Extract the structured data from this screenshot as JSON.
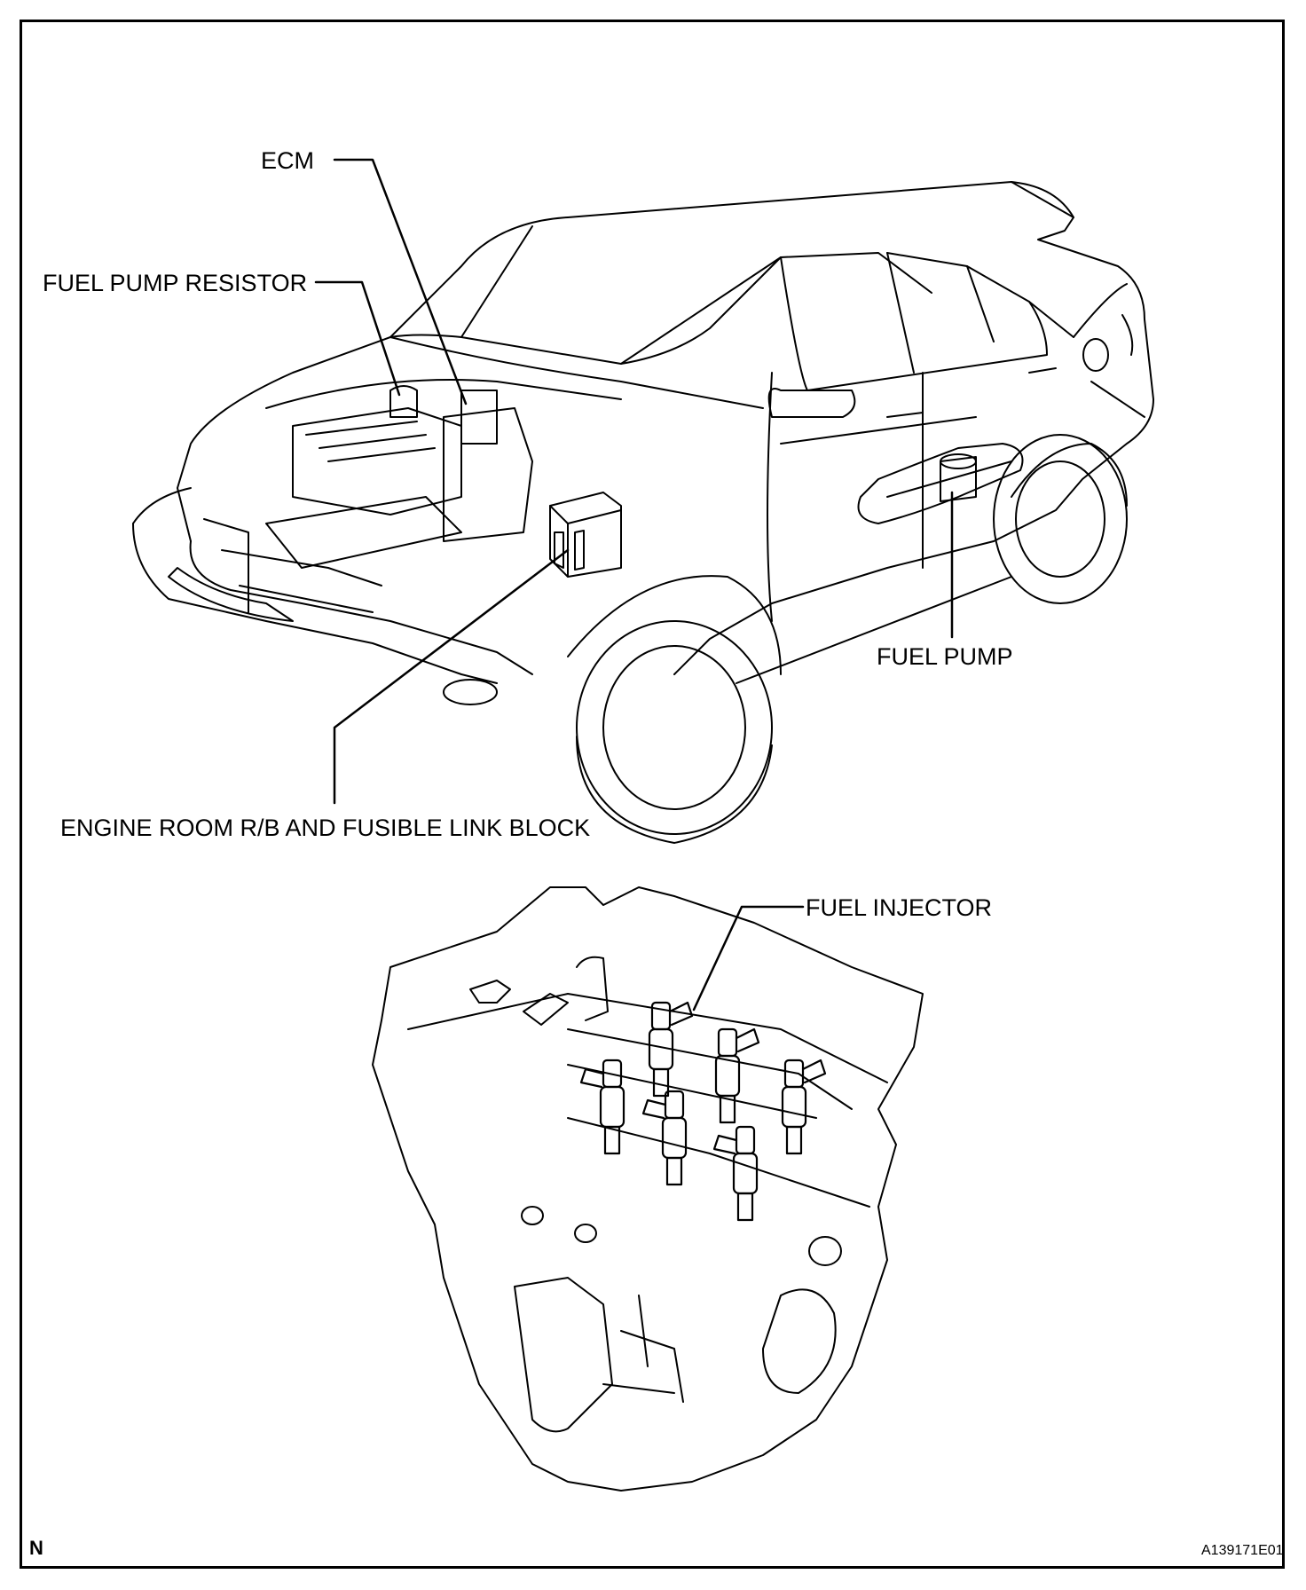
{
  "labels": {
    "ecm": "ECM",
    "fuel_pump_resistor": "FUEL PUMP RESISTOR",
    "fuel_pump": "FUEL PUMP",
    "engine_room_rb": "ENGINE ROOM R/B AND FUSIBLE LINK BLOCK",
    "fuel_injector": "FUEL INJECTOR"
  },
  "footer": {
    "corner_mark": "N",
    "figure_code": "A139171E01"
  }
}
